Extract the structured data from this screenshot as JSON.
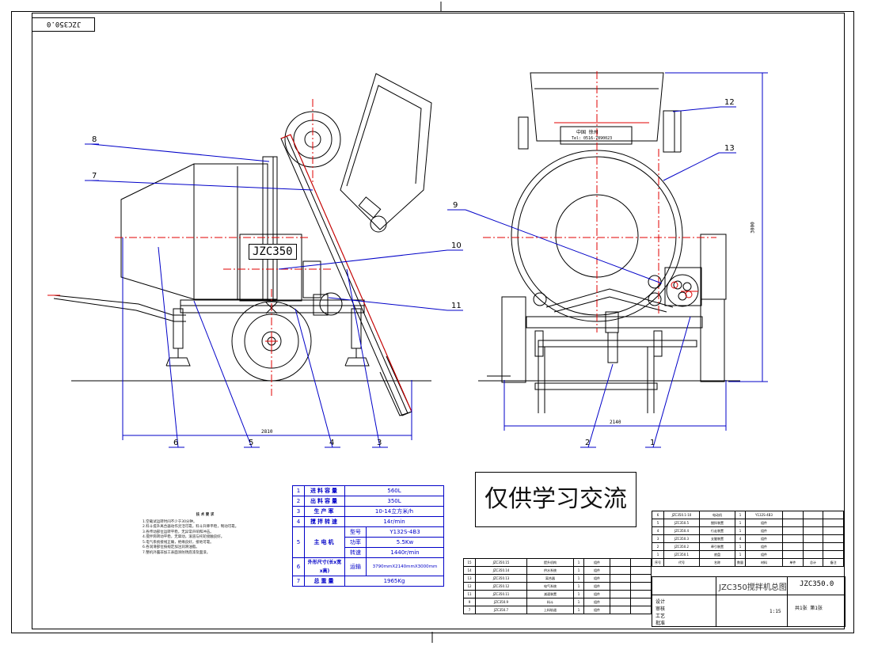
{
  "drawing_code_box": "JZC350.0",
  "part_balloons": [
    "1",
    "2",
    "3",
    "4",
    "5",
    "6",
    "7",
    "8",
    "9",
    "10",
    "11",
    "12",
    "13"
  ],
  "dimensions": {
    "overall_length": "2810",
    "overall_width": "2140",
    "overall_height": "3000"
  },
  "machine_plate": "JZC350",
  "front_plate": {
    "line1": "中国    徐州",
    "line2": "Tel: 0516-7890023"
  },
  "watermark_text": "仅供学习交流",
  "notes": {
    "title": "技 术 要 求",
    "items": [
      "1.空载试运转时间不少于30分钟。",
      "2.料斗提升离合器动作灵活可靠，料斗升降平稳，制动可靠。",
      "3.各传动部位运转平稳，无异常声响和冲击。",
      "4.搅拌筒转动平稳，无窜动，滚道与托轮接触良好。",
      "5.电气系统接线正确，绝缘良好，接地可靠。",
      "6.各润滑部位按规定加注润滑油脂。",
      "7.整机外露非加工表面涂防锈底漆及面漆。"
    ]
  },
  "spec_table": {
    "rows": [
      {
        "no": "1",
        "label": "进料容量",
        "value": "560L"
      },
      {
        "no": "2",
        "label": "出料容量",
        "value": "350L"
      },
      {
        "no": "3",
        "label": "生产率",
        "value": "10-14立方米/h"
      },
      {
        "no": "4",
        "label": "搅拌转速",
        "value": "14r/min"
      },
      {
        "no": "5",
        "label": "主电机",
        "subs": [
          {
            "k": "型号",
            "v": "Y132S-4B3"
          },
          {
            "k": "功率",
            "v": "5.5Kw"
          },
          {
            "k": "转速",
            "v": "1440r/min"
          }
        ]
      },
      {
        "no": "6",
        "label": "外形尺寸(长x宽x高)",
        "subs": [
          {
            "k": "运输",
            "v": "3790mmX2140mmX3000mm"
          }
        ]
      },
      {
        "no": "7",
        "label": "总重量",
        "value": "1965Kg"
      }
    ]
  },
  "bom_left": {
    "rows": [
      {
        "no": "15",
        "code": "JZC350.15",
        "name": "提升机构",
        "qty": "1",
        "mat": "组件"
      },
      {
        "no": "14",
        "code": "JZC350.14",
        "name": "供水系统",
        "qty": "1",
        "mat": "组件"
      },
      {
        "no": "13",
        "code": "JZC350.13",
        "name": "离合器",
        "qty": "1",
        "mat": "组件"
      },
      {
        "no": "12",
        "code": "JZC350.12",
        "name": "电气系统",
        "qty": "1",
        "mat": "组件"
      },
      {
        "no": "11",
        "code": "JZC350.11",
        "name": "减速装置",
        "qty": "1",
        "mat": "组件"
      },
      {
        "no": "9",
        "code": "JZC350.9",
        "name": "料斗",
        "qty": "1",
        "mat": "组件"
      },
      {
        "no": "7",
        "code": "JZC350.7",
        "name": "上料轨道",
        "qty": "1",
        "mat": "组件"
      }
    ]
  },
  "bom_right": {
    "rows": [
      {
        "no": "6",
        "code": "JZC350.1-10",
        "name": "电动机",
        "qty": "1",
        "mat": "Y132S-4B3"
      },
      {
        "no": "5",
        "code": "JZC350.5",
        "name": "搅拌装置",
        "qty": "1",
        "mat": "组件"
      },
      {
        "no": "4",
        "code": "JZC350.4",
        "name": "行走装置",
        "qty": "1",
        "mat": "组件"
      },
      {
        "no": "3",
        "code": "JZC350.3",
        "name": "支腿装置",
        "qty": "4",
        "mat": "组件"
      },
      {
        "no": "2",
        "code": "JZC350.2",
        "name": "牵引装置",
        "qty": "1",
        "mat": "组件"
      },
      {
        "no": "1",
        "code": "JZC350.1",
        "name": "底盘",
        "qty": "1",
        "mat": "组件"
      }
    ],
    "header": [
      "序号",
      "代号",
      "名称",
      "数量",
      "材料",
      "单件",
      "总计",
      "备注"
    ]
  },
  "title_block": {
    "name": "JZC350搅拌机总图",
    "code": "JZC350.0",
    "labels": [
      "设计",
      "审核",
      "工艺",
      "批准"
    ],
    "scale": "1:15",
    "sheet": "共1张 第1张"
  }
}
